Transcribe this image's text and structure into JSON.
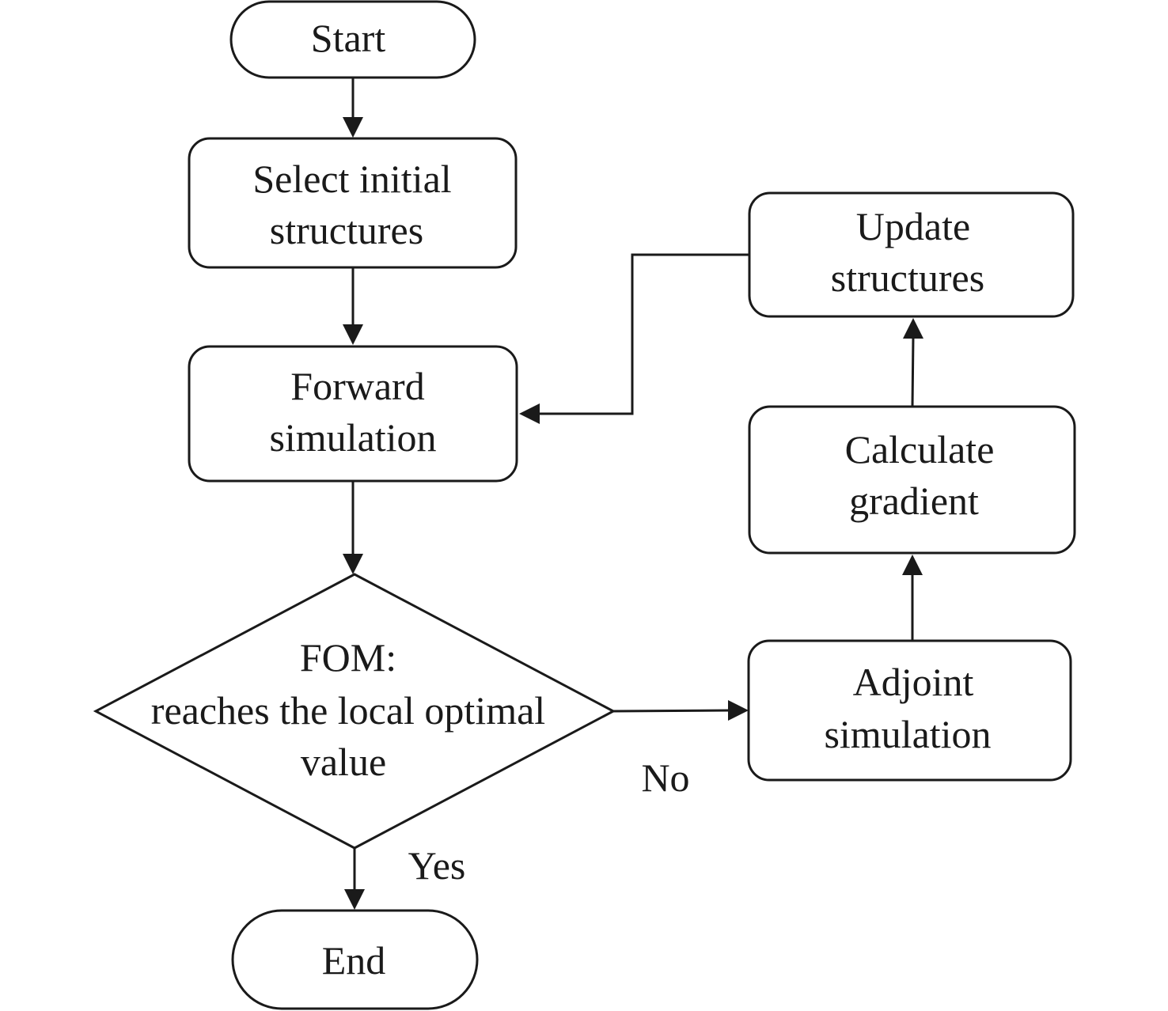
{
  "colors": {
    "stroke": "#1a1a1a",
    "background": "#ffffff"
  },
  "nodes": {
    "start": {
      "line1": "Start"
    },
    "select": {
      "line1": "Select initial",
      "line2": "structures"
    },
    "forward": {
      "line1": "Forward",
      "line2": "simulation"
    },
    "decision": {
      "line1": "FOM:",
      "line2": "reaches the local optimal",
      "line3": "value"
    },
    "end": {
      "line1": "End"
    },
    "adjoint": {
      "line1": "Adjoint",
      "line2": "simulation"
    },
    "gradient": {
      "line1": "Calculate",
      "line2": "gradient"
    },
    "update": {
      "line1": "Update",
      "line2": "structures"
    }
  },
  "edge_labels": {
    "no": "No",
    "yes": "Yes"
  }
}
